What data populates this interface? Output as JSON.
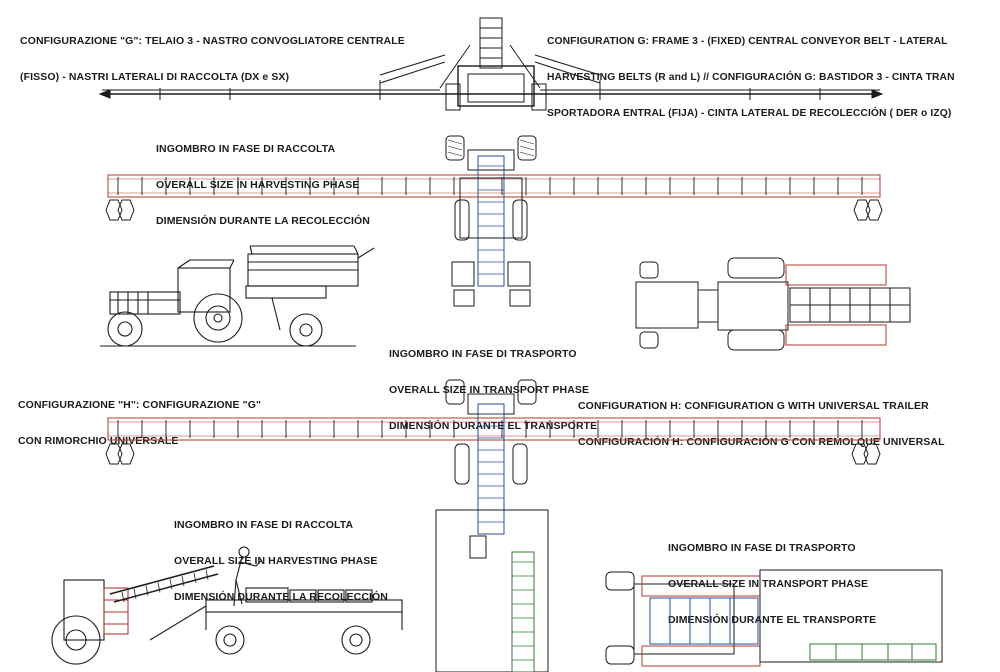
{
  "config_g": {
    "it_line1": "CONFIGURAZIONE \"G\": TELAIO 3 - NASTRO CONVOGLIATORE CENTRALE",
    "it_line2": "(FISSO) - NASTRI LATERALI DI RACCOLTA (DX e SX)",
    "en_line1": "CONFIGURATION G: FRAME 3 - (FIXED) CENTRAL CONVEYOR BELT - LATERAL",
    "en_line2": "HARVESTING BELTS (R and L) // CONFIGURACIÓN G: BASTIDOR 3 - CINTA TRAN",
    "en_line3": "SPORTADORA ENTRAL (FIJA) - CINTA LATERAL DE RECOLECCIÓN ( DER o IZQ)"
  },
  "config_h": {
    "it_line1": "CONFIGURAZIONE \"H\": CONFIGURAZIONE \"G\"",
    "it_line2": "CON RIMORCHIO UNIVERSALE",
    "en_line1": "CONFIGURATION H: CONFIGURATION G WITH UNIVERSAL TRAILER",
    "en_line2": "CONFIGURACIÓN H: CONFIGURACIÓN G CON REMOLQUE UNIVERSAL"
  },
  "harvest_size_top": {
    "it": "INGOMBRO IN FASE DI RACCOLTA",
    "en": "OVERALL SIZE IN HARVESTING PHASE",
    "es": "DIMENSIÓN DURANTE LA RECOLECCIÓN"
  },
  "transport_size_top": {
    "it": "INGOMBRO IN FASE DI TRASPORTO",
    "en": "OVERALL SIZE IN TRANSPORT PHASE",
    "es": "DIMENSIÓN DURANTE EL TRANSPORTE"
  },
  "harvest_size_bottom": {
    "it": "INGOMBRO IN FASE DI RACCOLTA",
    "en": "OVERALL SIZE IN HARVESTING PHASE",
    "es": "DIMENSIÓN DURANTE LA RECOLECCIÓN"
  },
  "transport_size_bottom": {
    "it": "INGOMBRO IN FASE DI TRASPORTO",
    "en": "OVERALL SIZE IN TRANSPORT PHASE",
    "es": "DIMENSIÓN DURANTE EL TRANSPORTE"
  },
  "colors": {
    "ink": "#1b1b1b",
    "belt_red": "#c0392b",
    "belt_blue": "#2b4c9b",
    "crate_green": "#2e7d32"
  }
}
